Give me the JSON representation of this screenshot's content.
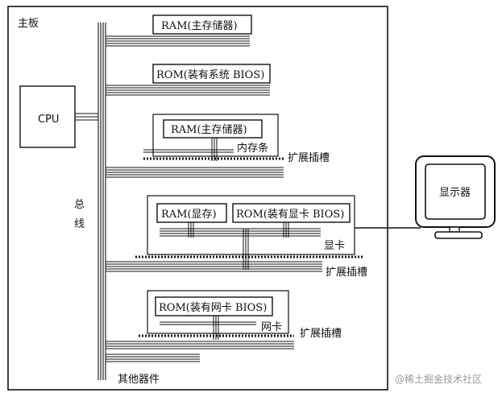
{
  "diagram": {
    "board_label": "主板",
    "cpu_label": "CPU",
    "bus_label_1": "总",
    "bus_label_2": "线",
    "ram_main": "RAM(主存储器)",
    "rom_bios": "ROM(装有系统 BIOS)",
    "memory_card_chip": "RAM(主存储器)",
    "memory_card_label": "内存条",
    "slot_label_1": "扩展插槽",
    "vram_chip": "RAM(显存)",
    "video_bios_chip": "ROM(装有显卡 BIOS)",
    "video_card_label": "显卡",
    "slot_label_2": "扩展插槽",
    "nic_bios_chip": "ROM(装有网卡 BIOS)",
    "nic_label": "网卡",
    "slot_label_3": "扩展插槽",
    "other_devices": "其他器件",
    "monitor_label": "显示器",
    "watermark": "@稀土掘金技术社区"
  }
}
